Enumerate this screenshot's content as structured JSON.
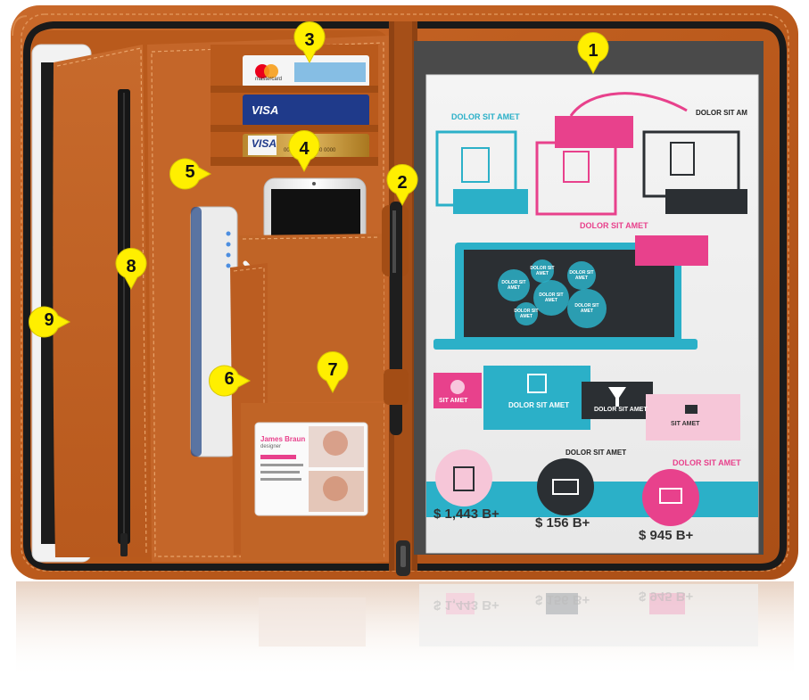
{
  "markers": [
    "1",
    "2",
    "3",
    "4",
    "5",
    "6",
    "7",
    "8",
    "9"
  ],
  "document": {
    "labels": {
      "dolor_top_left": "DOLOR SIT AMET",
      "dolor_top_right": "DOLOR SIT AM",
      "dolor_mid": "DOLOR SIT AMET",
      "sit_amet_left": "SIT AMET",
      "dolor_teal_box": "DOLOR SIT AMET",
      "dolor_dark_box": "DOLOR SIT AMET",
      "sit_amet_pink": "SIT AMET",
      "dolor_bottom_mid": "DOLOR SIT AMET",
      "dolor_bottom_right": "DOLOR SIT AMET"
    },
    "screen_bubbles": [
      "DOLOR SIT AMET",
      "DOLOR SIT AMET",
      "DOLOR SIT AMET",
      "DOLOR SIT AMET",
      "DOLOR SIT AMET",
      "DOLOR SIT AMET"
    ],
    "prices": [
      "$ 1,443 B+",
      "$ 156 B+",
      "$ 945 B+"
    ]
  },
  "cards": {
    "visa_1": "VISA",
    "visa_2": "VISA",
    "mastercard_text": "mastercard",
    "gold_card_text": "0000 0000 0000 0000"
  },
  "business_card": {
    "name": "James Braun",
    "role": "designer"
  },
  "colors": {
    "leather": "#c0611f",
    "leather_dark": "#8e4213",
    "stitching": "#e8a36a",
    "marker_yellow": "#ffef00",
    "doc_teal": "#2bb0c8",
    "doc_pink": "#e8418c",
    "doc_dark": "#2b2f33"
  }
}
